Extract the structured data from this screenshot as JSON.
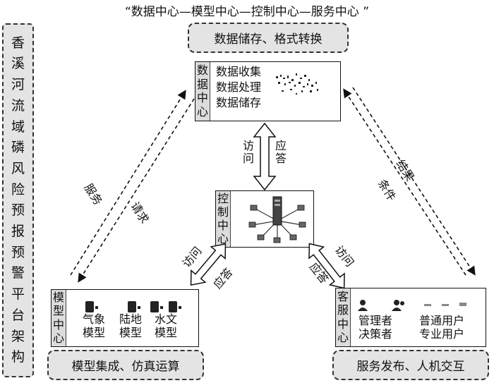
{
  "title": "“数据中心—模型中心—控制中心—服务中心 ”",
  "side_title": [
    "香",
    "溪",
    "河",
    "流",
    "域",
    "磷",
    "风",
    "险",
    "预",
    "报",
    "预",
    "警",
    "平",
    "台",
    "架",
    "构"
  ],
  "top_pill": "数据储存、格式转换",
  "bottom_left_pill": "模型集成、仿真运算",
  "bottom_right_pill": "服务发布、人机交互",
  "data_center": {
    "tag": [
      "数",
      "据",
      "中",
      "心"
    ],
    "items": [
      "数据收集",
      "数据处理",
      "数据储存"
    ]
  },
  "control_center": {
    "tag": [
      "控",
      "制",
      "中",
      "心"
    ]
  },
  "model_center": {
    "tag": [
      "模",
      "型",
      "中",
      "心"
    ],
    "models": [
      [
        "气象",
        "模型"
      ],
      [
        "陆地",
        "模型"
      ],
      [
        "水文",
        "模型"
      ]
    ]
  },
  "service_center": {
    "tag": [
      "客",
      "服",
      "中",
      "心"
    ],
    "left": [
      "管理者",
      "决策者"
    ],
    "right": [
      "普通用户",
      "专业用户"
    ]
  },
  "arrow_labels": {
    "top_left": "访问",
    "top_right": "应答",
    "left_service": "服务",
    "left_request": "请求",
    "right_result": "结果",
    "right_condition": "条件",
    "ml_visit": "访问",
    "ml_reply": "应答",
    "mr_visit": "访问",
    "mr_reply": "应答"
  }
}
